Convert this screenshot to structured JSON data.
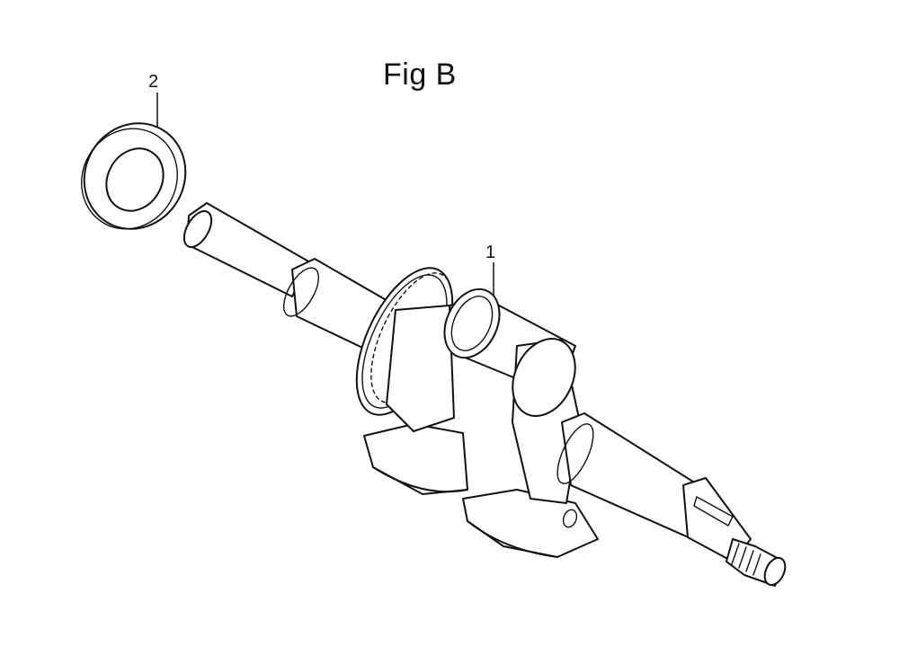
{
  "figure": {
    "title": "Fig B"
  },
  "callouts": [
    {
      "number": "2",
      "part": "washer"
    },
    {
      "number": "1",
      "part": "crankshaft"
    }
  ],
  "colors": {
    "line": "#111111",
    "background": "#ffffff"
  }
}
